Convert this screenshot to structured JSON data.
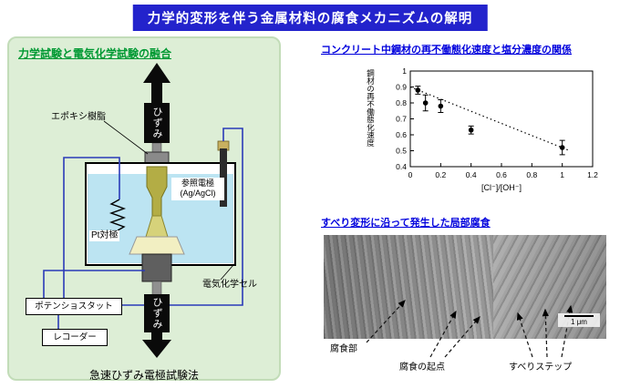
{
  "banner": {
    "title": "力学的変形を伴う金属材料の腐食メカニズムの解明"
  },
  "left_panel": {
    "title": "力学試験と電気化学試験の融合",
    "caption": "急速ひずみ電極試験法",
    "labels": {
      "epoxy": "エポキシ樹脂",
      "strain_top": "ひずみ",
      "strain_bottom": "ひずみ",
      "reference_electrode": "参照電極\n(Ag/AgCl)",
      "pt_counter": "Pt対極",
      "cell": "電気化学セル",
      "potentiostat": "ポテンショスタット",
      "recorder": "レコーダー"
    }
  },
  "chart_section": {
    "title": "コンクリート中鋼材の再不働態化速度と塩分濃度の関係"
  },
  "chart_data": {
    "type": "scatter",
    "title": "コンクリート中鋼材の再不働態化速度と塩分濃度の関係",
    "xlabel": "[Cl⁻]/[OH⁻]",
    "ylabel": "鋼材の再不働態化速度",
    "xlim": [
      0,
      1.2
    ],
    "ylim": [
      0.4,
      1.0
    ],
    "xticks": [
      0,
      0.2,
      0.4,
      0.6,
      0.8,
      1,
      1.2
    ],
    "yticks": [
      0.4,
      0.5,
      0.6,
      0.7,
      0.8,
      0.9,
      1
    ],
    "grid": false,
    "legend": false,
    "points": [
      {
        "x": 0.05,
        "y": 0.88,
        "err": 0.025
      },
      {
        "x": 0.1,
        "y": 0.8,
        "err": 0.05
      },
      {
        "x": 0.2,
        "y": 0.78,
        "err": 0.04
      },
      {
        "x": 0.4,
        "y": 0.63,
        "err": 0.025
      },
      {
        "x": 1.0,
        "y": 0.52,
        "err": 0.045
      }
    ],
    "trendline": {
      "x1": 0.0,
      "y1": 0.9,
      "x2": 1.05,
      "y2": 0.5,
      "style": "dotted"
    }
  },
  "sem_section": {
    "title": "すべり変形に沿って発生した局部腐食",
    "labels": {
      "corroded_area": "腐食部",
      "corrosion_origin": "腐食の起点",
      "slip_steps": "すべりステップ",
      "scale_bar": "1 μm"
    }
  },
  "colors": {
    "banner_bg": "#2323cc",
    "panel_bg": "#ddeed6",
    "green_title": "#009933",
    "blue_title": "#0000dd",
    "wire_blue": "#2a3ab8",
    "liquid_blue": "#bce4f2"
  }
}
